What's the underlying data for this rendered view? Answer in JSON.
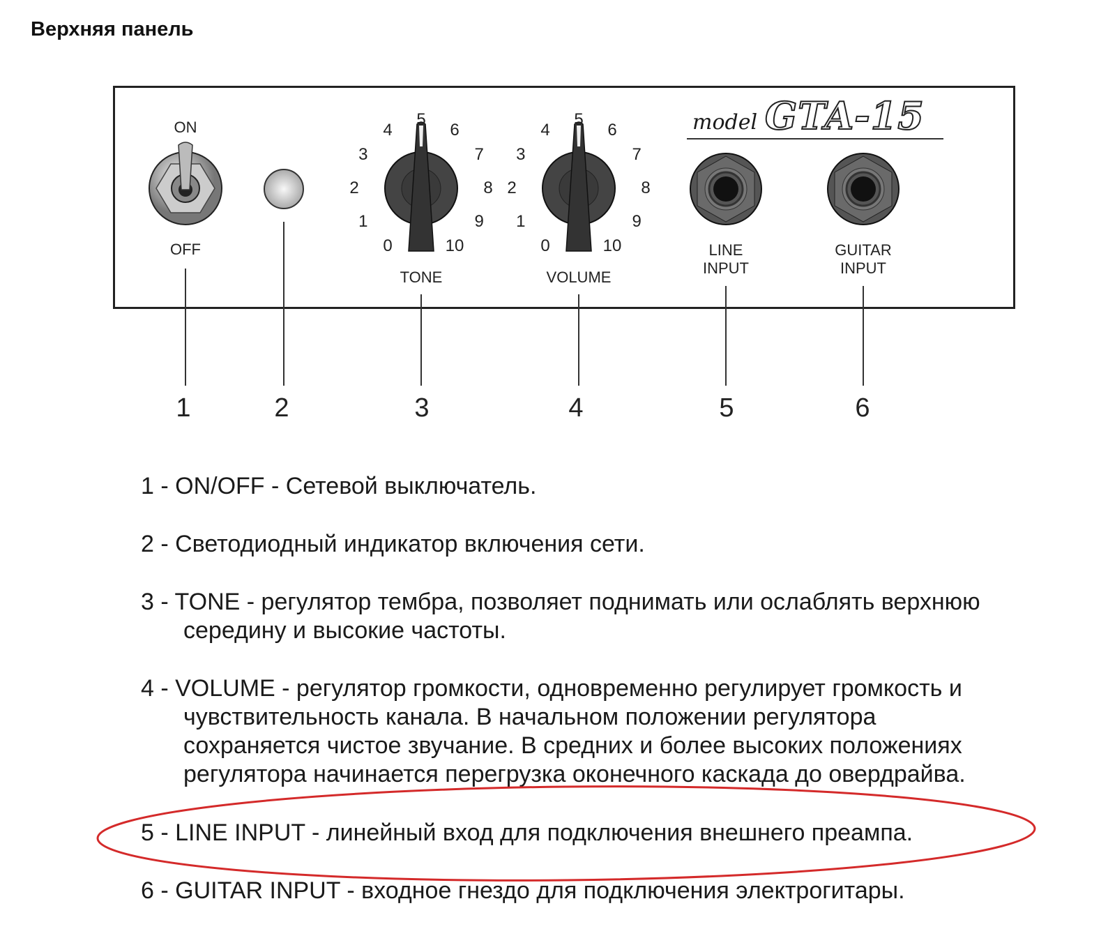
{
  "heading": "Верхняя панель",
  "panel": {
    "logo": {
      "prefix": "model",
      "name": "GTA-15"
    },
    "switch": {
      "on_label": "ON",
      "off_label": "OFF"
    },
    "knobs": [
      {
        "label": "TONE",
        "scale": [
          "0",
          "1",
          "2",
          "3",
          "4",
          "5",
          "6",
          "7",
          "8",
          "9",
          "10"
        ],
        "position": 5
      },
      {
        "label": "VOLUME",
        "scale": [
          "0",
          "1",
          "2",
          "3",
          "4",
          "5",
          "6",
          "7",
          "8",
          "9",
          "10"
        ],
        "position": 5
      }
    ],
    "jacks": [
      {
        "label_line1": "LINE",
        "label_line2": "INPUT"
      },
      {
        "label_line1": "GUITAR",
        "label_line2": "INPUT"
      }
    ]
  },
  "callouts": [
    "1",
    "2",
    "3",
    "4",
    "5",
    "6"
  ],
  "descriptions": [
    {
      "lines": [
        "1 - ON/OFF - Сетевой выключатель."
      ]
    },
    {
      "lines": [
        "2 - Светодиодный индикатор включения сети."
      ]
    },
    {
      "lines": [
        "3 - TONE - регулятор тембра, позволяет поднимать или ослаблять верхнюю",
        "середину и высокие частоты."
      ]
    },
    {
      "lines": [
        "4 - VOLUME - регулятор громкости, одновременно регулирует громкость и",
        "чувствительность канала. В начальном положении регулятора",
        "сохраняется чистое звучание. В средних и более высоких положениях",
        "регулятора  начинается  перегрузка  оконечного каскада до овердрайва."
      ]
    },
    {
      "lines": [
        "5 - LINE INPUT - линейный вход для подключения внешнего преампа."
      ],
      "highlighted": true
    },
    {
      "lines": [
        "6 - GUITAR INPUT - входное гнездо для подключения электрогитары."
      ]
    }
  ],
  "colors": {
    "highlight": "#d42a2a",
    "ink": "#222222"
  }
}
